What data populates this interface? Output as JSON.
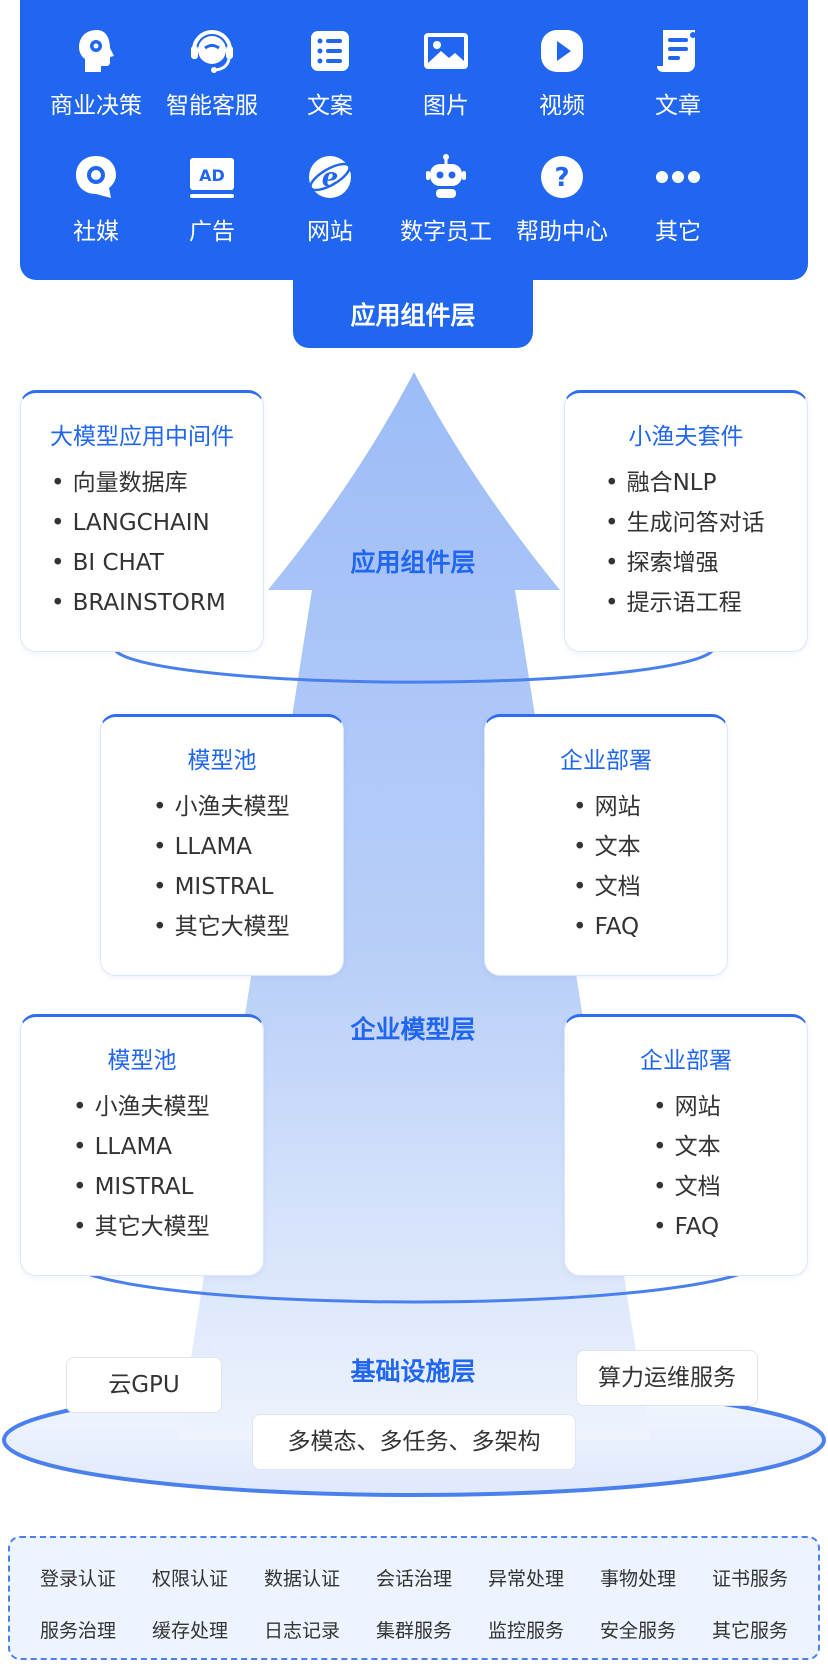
{
  "colors": {
    "primary": "#2166f0",
    "arrow_light": "#a9c4f8",
    "card_border": "#2f6df0",
    "service_bg": "#eef4ff"
  },
  "top_panel": {
    "title": "应用组件层",
    "icons": [
      {
        "icon": "business-decision-icon",
        "label": "商业决策"
      },
      {
        "icon": "customer-service-icon",
        "label": "智能客服"
      },
      {
        "icon": "document-list-icon",
        "label": "文案"
      },
      {
        "icon": "image-icon",
        "label": "图片"
      },
      {
        "icon": "video-play-icon",
        "label": "视频"
      },
      {
        "icon": "article-scroll-icon",
        "label": "文章"
      },
      {
        "icon": "social-media-icon",
        "label": "社媒"
      },
      {
        "icon": "ad-icon",
        "label": "广告"
      },
      {
        "icon": "website-browser-icon",
        "label": "网站"
      },
      {
        "icon": "robot-icon",
        "label": "数字员工"
      },
      {
        "icon": "help-question-icon",
        "label": "帮助中心"
      },
      {
        "icon": "more-dots-icon",
        "label": "其它"
      }
    ]
  },
  "layers": {
    "app": {
      "label": "应用组件层",
      "left_card": {
        "title": "大模型应用中间件",
        "items": [
          "向量数据库",
          "LANGCHAIN",
          "BI CHAT",
          "BRAINSTORM"
        ]
      },
      "right_card": {
        "title": "小渔夫套件",
        "items": [
          "融合NLP",
          "生成问答对话",
          "探索增强",
          "提示语工程"
        ]
      }
    },
    "model": {
      "label": "企业模型层",
      "upper_left_card": {
        "title": "模型池",
        "items": [
          "小渔夫模型",
          "LLAMA",
          "MISTRAL",
          "其它大模型"
        ]
      },
      "upper_right_card": {
        "title": "企业部署",
        "items": [
          "网站",
          "文本",
          "文档",
          "FAQ"
        ]
      },
      "lower_left_card": {
        "title": "模型池",
        "items": [
          "小渔夫模型",
          "LLAMA",
          "MISTRAL",
          "其它大模型"
        ]
      },
      "lower_right_card": {
        "title": "企业部署",
        "items": [
          "网站",
          "文本",
          "文档",
          "FAQ"
        ]
      }
    },
    "infra": {
      "label": "基础设施层",
      "chips": {
        "gpu": "云GPU",
        "ops": "算力运维服务",
        "multi": "多模态、多任务、多架构"
      }
    }
  },
  "services": [
    [
      "登录认证",
      "权限认证",
      "数据认证",
      "会话治理",
      "异常处理",
      "事物处理",
      "证书服务"
    ],
    [
      "服务治理",
      "缓存处理",
      "日志记录",
      "集群服务",
      "监控服务",
      "安全服务",
      "其它服务"
    ]
  ]
}
